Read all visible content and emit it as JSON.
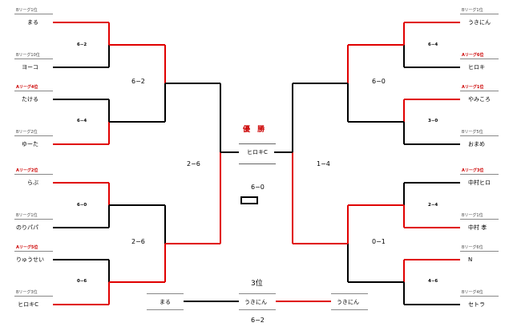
{
  "colors": {
    "win": "#e00000",
    "lose": "#000000",
    "title": "#cc0000"
  },
  "left": {
    "players": [
      {
        "league": "Bリーグ1位",
        "name": "まる"
      },
      {
        "league": "Bリーグ10位",
        "name": "ヨーコ"
      },
      {
        "league": "Aリーグ4位",
        "name": "たける",
        "red_league": true
      },
      {
        "league": "Bリーグ2位",
        "name": "ゆーた"
      },
      {
        "league": "Aリーグ2位",
        "name": "らぶ",
        "red_league": true
      },
      {
        "league": "Bリーグ1位",
        "name": "のりパパ"
      },
      {
        "league": "Aリーグ5位",
        "name": "りゅうせい",
        "red_league": true
      },
      {
        "league": "Bリーグ3位",
        "name": "ヒロキC"
      }
    ],
    "r1_scores": [
      "6−2",
      "6−4",
      "6−0",
      "0−6"
    ],
    "r2_scores": [
      "6−2",
      "2−6"
    ],
    "semi_score": "2−6"
  },
  "right": {
    "players": [
      {
        "league": "Bリーグ1位",
        "name": "うきにん"
      },
      {
        "league": "Aリーグ6位",
        "name": "ヒロキ",
        "red_league": true
      },
      {
        "league": "Aリーグ1位",
        "name": "やみころ",
        "red_league": true
      },
      {
        "league": "Bリーグ5位",
        "name": "おまめ"
      },
      {
        "league": "Aリーグ3位",
        "name": "中村ヒロ",
        "red_league": true
      },
      {
        "league": "Bリーグ1位",
        "name": "中村 孝"
      },
      {
        "league": "Bリーグ6位",
        "name": "N"
      },
      {
        "league": "Bリーグ4位",
        "name": "セトラ"
      }
    ],
    "r1_scores": [
      "6−4",
      "3−0",
      "2−4",
      "4−6"
    ],
    "r2_scores": [
      "6−0",
      "0−1"
    ],
    "semi_score": "1−4"
  },
  "final": {
    "title": "優 勝",
    "champion": "ヒロキC",
    "score": "6−0"
  },
  "third": {
    "title": "3位",
    "left": "まる",
    "middle": "うきにん",
    "right": "うきにん",
    "score": "6−2"
  },
  "bracket": {
    "left": {
      "r1_winner": [
        "top",
        "bottom",
        "top",
        "bottom"
      ],
      "r2_winner": [
        "top",
        "bottom"
      ],
      "semi_winner": "bottom",
      "semi_advances": false
    },
    "right": {
      "r1_winner": [
        "top",
        "top",
        "bottom",
        "top"
      ],
      "r2_winner": [
        "top",
        "top"
      ],
      "semi_winner": "bottom",
      "semi_advances": false
    },
    "third_winner": "right"
  }
}
